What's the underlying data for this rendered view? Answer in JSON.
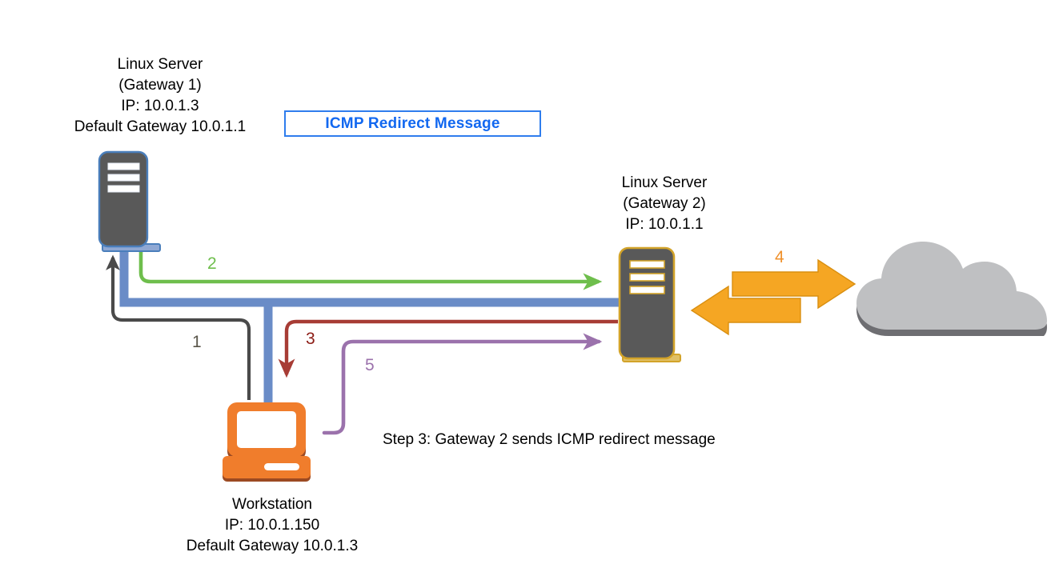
{
  "diagram": {
    "title": "ICMP Redirect Message network diagram",
    "background": "#ffffff",
    "nodes": {
      "gateway1": {
        "name": "Linux Server (Gateway 1)",
        "label": "Linux Server\n(Gateway 1)\nIP: 10.0.1.3\nDefault Gateway 10.0.1.1",
        "icon": "server-icon",
        "body_color": "#595959",
        "outline_color": "#4a7ebb",
        "slot_color": "#ffffff"
      },
      "gateway2": {
        "name": "Linux Server (Gateway 2)",
        "label": "Linux Server\n(Gateway 2)\nIP: 10.0.1.1",
        "icon": "server-icon",
        "body_color": "#595959",
        "outline_color": "#d4a günü",
        "outline_color_hex": "#d2a32a",
        "slot_color": "#ffffff"
      },
      "workstation": {
        "name": "Workstation",
        "label": "Workstation\nIP: 10.0.1.150\nDefault Gateway 10.0.1.3",
        "icon": "workstation-icon",
        "body_color": "#f07d2c",
        "shadow_color": "#9c4a22",
        "screen_color": "#ffffff"
      },
      "cloud": {
        "name": "Network cloud",
        "label": "",
        "icon": "cloud-icon",
        "body_color": "#bfc0c2",
        "shadow_color": "#6e6e72"
      }
    },
    "callout": {
      "label": "ICMP Redirect Message",
      "text_color": "#1268f0",
      "border_color": "#2f7ded",
      "background": "#ffffff"
    },
    "caption": {
      "label": "Step 3: Gateway 2 sends ICMP redirect message",
      "color": "#000000"
    },
    "flows": [
      {
        "number": "1",
        "color": "#595549",
        "description": "Workstation sends packet to Gateway 1"
      },
      {
        "number": "2",
        "color": "#6ebe4c",
        "description": "Gateway 1 forwards packet to Gateway 2"
      },
      {
        "number": "3",
        "color": "#a73c35",
        "label_color": "#8c1c15",
        "description": "Gateway 2 sends ICMP redirect to Workstation"
      },
      {
        "number": "4",
        "color": "#f0902a",
        "description": "Gateway 2 exchanges traffic with external network cloud"
      },
      {
        "number": "5",
        "color": "#9b72ac",
        "description": "Workstation sends packets directly to Gateway 2"
      }
    ],
    "backbone": {
      "name": "network-backbone",
      "color": "#6a8cc7",
      "description": "Blue LAN segment connecting Gateway 1, Workstation and Gateway 2"
    }
  }
}
